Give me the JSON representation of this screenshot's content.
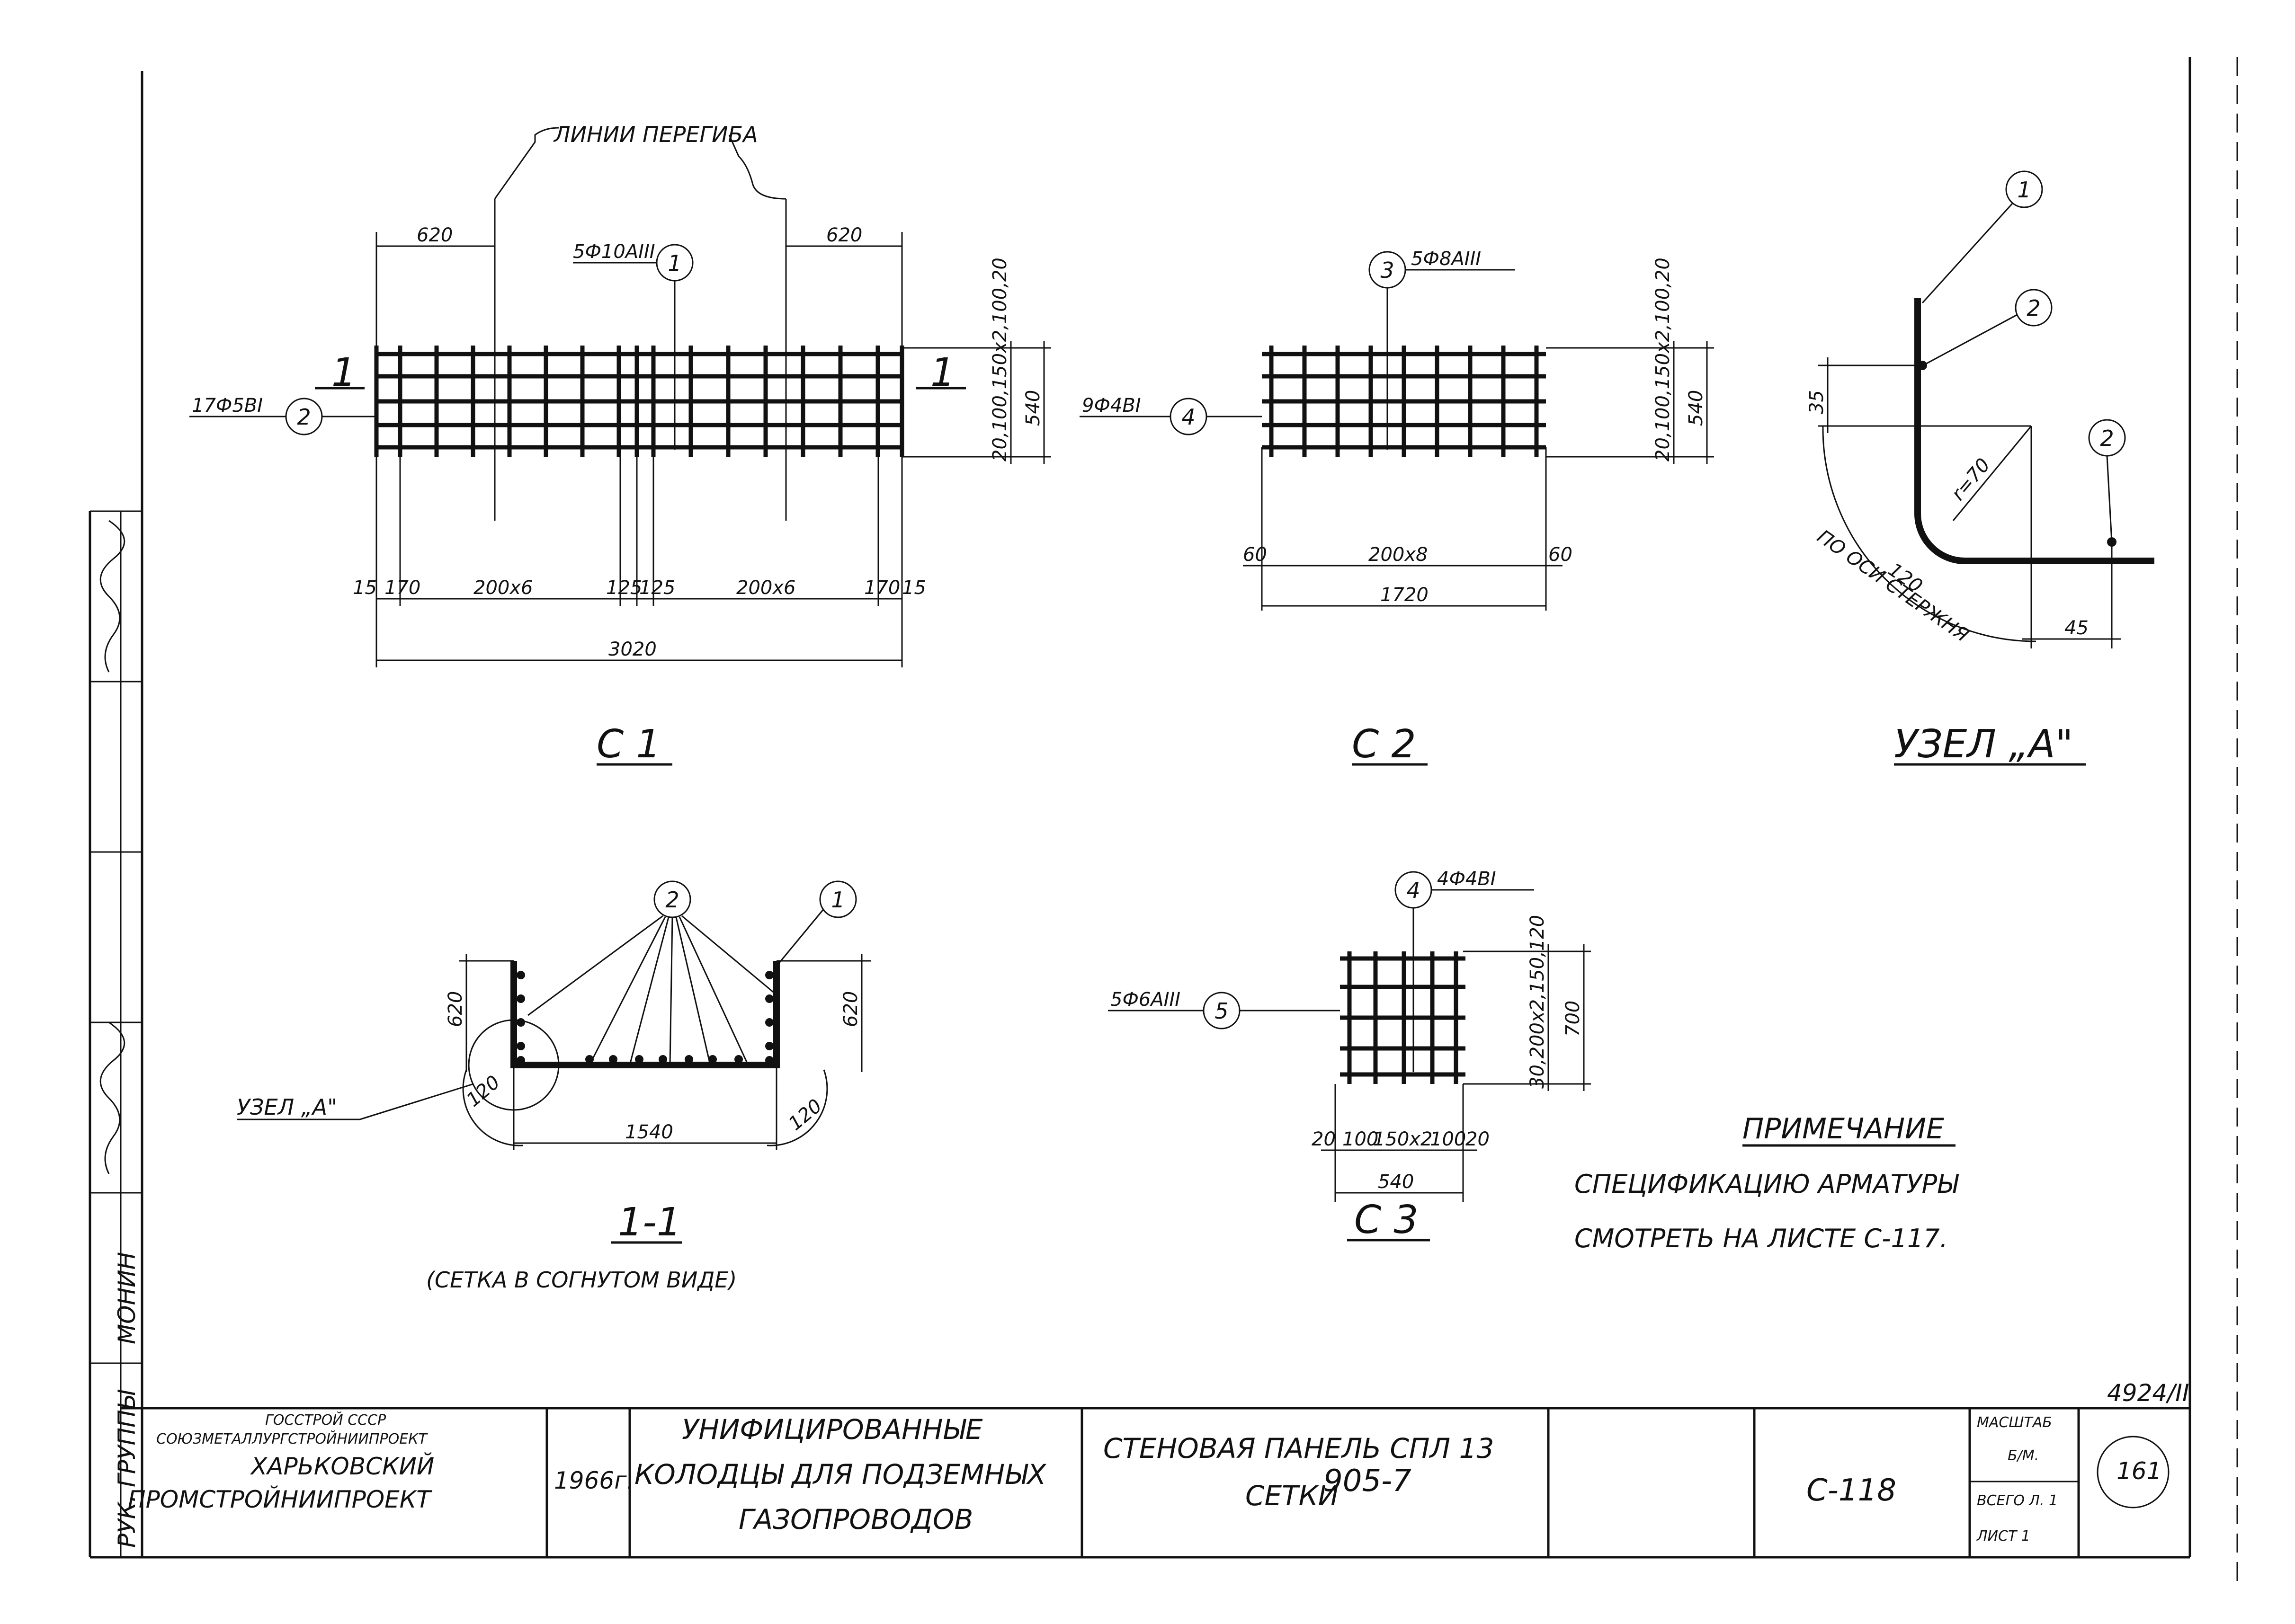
{
  "views": {
    "c1": {
      "title": "С 1",
      "bend_lines": "ЛИНИИ ПЕРЕГИБА",
      "callout1": "5Ф10АIII",
      "callout2": "17Ф5ВI",
      "mark1": "1",
      "mark2": "2",
      "section_mark": "1",
      "dims": {
        "top_left": "620",
        "top_right": "620",
        "bottom": [
          "15",
          "170",
          "200х6",
          "125",
          "125",
          "200х6",
          "170",
          "15"
        ],
        "overall": "3020",
        "right_stack": "20,100,150х2,100,20",
        "height": "540"
      }
    },
    "c2": {
      "title": "С 2",
      "callout_top": "5Ф8АIII",
      "callout_left": "9Ф4ВI",
      "mark_top": "3",
      "mark_left": "4",
      "dims": {
        "left": "60",
        "mid": "200х8",
        "right": "60",
        "overall": "1720",
        "right_stack": "20,100,150х2,100,20",
        "height": "540"
      }
    },
    "node_a": {
      "title": "УЗЕЛ „А\"",
      "mark1": "1",
      "mark2a": "2",
      "mark2b": "2",
      "dim35": "35",
      "radius": "r=70",
      "arc": "120",
      "axis_note": "ПО ОСИ СТЕРЖНЯ",
      "dim45": "45"
    },
    "s11": {
      "title": "1-1",
      "subtitle": "(СЕТКА В СОГНУТОМ ВИДЕ)",
      "mark1": "1",
      "mark2": "2",
      "node_label": "УЗЕЛ „А\"",
      "dims": {
        "left_h": "620",
        "right_h": "620",
        "bl": "120",
        "br": "120",
        "base": "1540"
      }
    },
    "c3": {
      "title": "С 3",
      "callout_top": "4Ф4ВI",
      "callout_left": "5Ф6АIII",
      "mark_top": "4",
      "mark_left": "5",
      "dims": {
        "bottom": [
          "20",
          "100",
          "150х2",
          "100",
          "20"
        ],
        "overall": "540",
        "right_stack": "30,200х2,150,120",
        "height": "700"
      }
    }
  },
  "note": {
    "title": "ПРИМЕЧАНИЕ",
    "line1": "СПЕЦИФИКАЦИЮ АРМАТУРЫ",
    "line2": "СМОТРЕТЬ НА ЛИСТЕ С-117."
  },
  "title_block": {
    "org1": "ГОССТРОЙ СССР",
    "org2": "СОЮЗМЕТАЛЛУРГСТРОЙНИИПРОЕКТ",
    "org3": "ХАРЬКОВСКИЙ",
    "org4": "ПРОМСТРОЙНИИПРОЕКТ",
    "year": "1966г.",
    "proj1": "УНИФИЦИРОВАННЫЕ",
    "proj2": "КОЛОДЦЫ ДЛЯ ПОДЗЕМНЫХ",
    "proj3": "ГАЗОПРОВОДОВ",
    "sheet_title1": "СТЕНОВАЯ ПАНЕЛЬ СПЛ 13",
    "sheet_title2": "СЕТКИ",
    "series": "905-7",
    "sheet_code": "С-118",
    "scale_label": "МАСШТАБ",
    "scale_value": "Б/М.",
    "sheets_total": "ВСЕГО Л. 1",
    "sheet_no": "ЛИСТ 1",
    "page_number": "161",
    "archive_number": "4924/II",
    "side_rows": [
      "РУК. ГРУППЫ",
      "МОНИН"
    ]
  }
}
